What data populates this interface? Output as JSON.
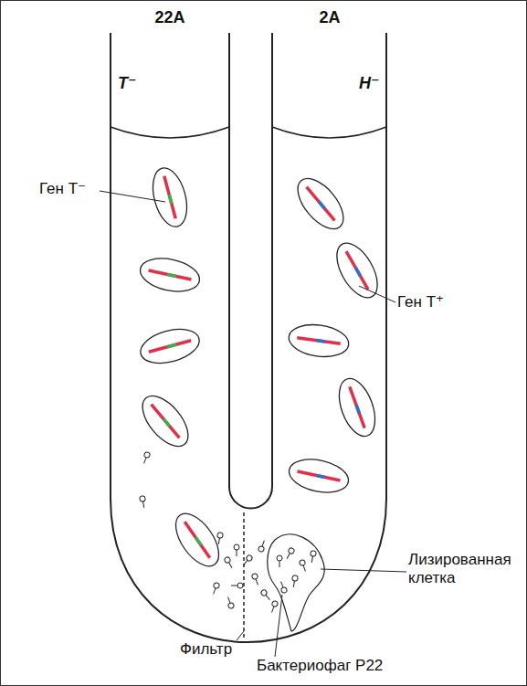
{
  "diagram": {
    "labels": [
      "22A",
      "2A",
      "T⁻",
      "H⁻",
      "Ген T⁻",
      "Ген T⁺",
      "Лизированная клетка",
      "Фильтр",
      "Бактериофаг P22"
    ]
  }
}
